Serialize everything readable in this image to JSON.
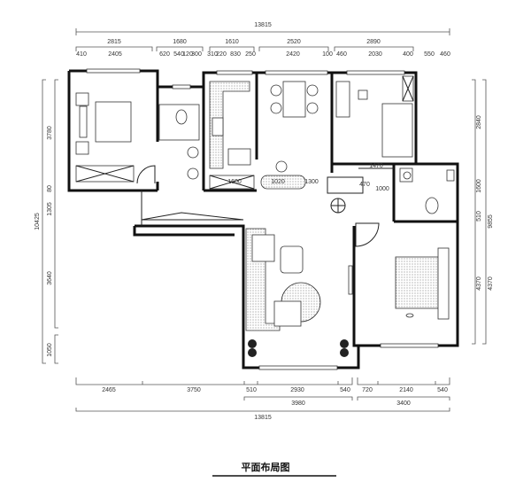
{
  "title": "平面布局图",
  "dimensions": {
    "top_total": "13815",
    "top_row2": [
      "2815",
      "1680",
      "1610",
      "2520",
      "2890"
    ],
    "top_row3": [
      "410",
      "2405",
      "620",
      "540",
      "120",
      "300",
      "310",
      "220",
      "830",
      "250",
      "2420",
      "100",
      "460",
      "2030",
      "400",
      "550",
      "460"
    ],
    "left_total": "10425",
    "left_segments": [
      "3780",
      "80",
      "1305",
      "3640",
      "1050"
    ],
    "right_segments": [
      "2840",
      "1600",
      "510",
      "4370"
    ],
    "right_total": "9855",
    "right_lower": "4370",
    "bottom_row1": [
      "2465",
      "3750",
      "510",
      "2930",
      "540",
      "720",
      "2140",
      "540"
    ],
    "bottom_row2": [
      "3980",
      "3400"
    ],
    "bottom_total": "13815",
    "interior": [
      "1600",
      "1020",
      "1300",
      "1470",
      "470",
      "1000"
    ]
  }
}
